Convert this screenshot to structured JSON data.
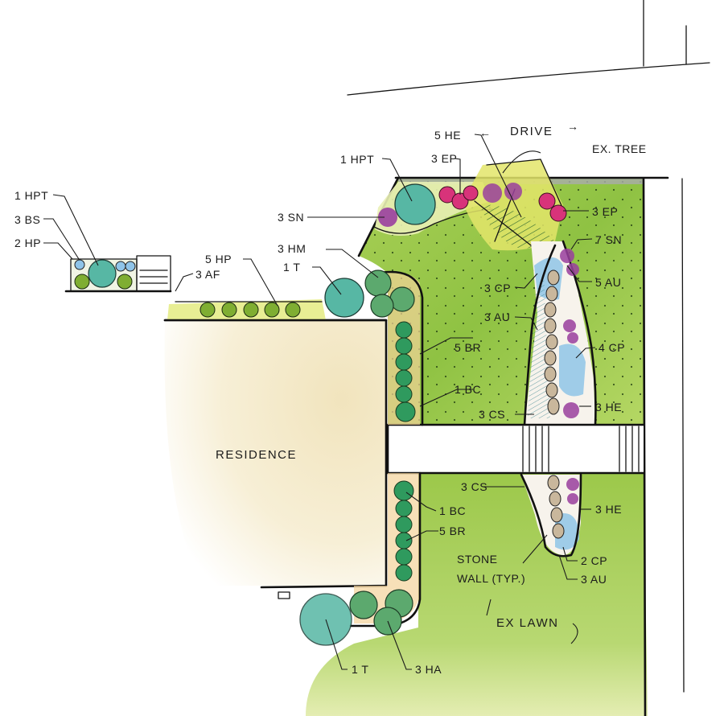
{
  "title": "Residential landscape planting plan (hand-rendered sketch)",
  "colors": {
    "lawn": "#9cc84a",
    "lawn_light": "#c9df7a",
    "residence_fill": "#f6efd6",
    "mulch": "#f1c48a",
    "evergreen": "#2f9a5e",
    "teal_tree": "#57b7a4",
    "magenta": "#d8337a",
    "purple": "#9a3f9e",
    "water_blue": "#8fc4e8",
    "stone": "#c9b79c",
    "ex_tree_yellow": "#e3e56a",
    "drive_edge_gray": "#a6a6a6"
  },
  "areas": {
    "residence": "RESIDENCE",
    "drive": "DRIVE",
    "ex_tree": "EX. TREE",
    "ex_lawn": "EX LAWN",
    "stone_wall_line1": "STONE",
    "stone_wall_line2": "WALL (TYP.)"
  },
  "labels": {
    "left_planter": [
      {
        "text": "1 HPT"
      },
      {
        "text": "3 BS"
      },
      {
        "text": "2 HP"
      }
    ],
    "front_bed": [
      {
        "text": "3 AF"
      },
      {
        "text": "5 HP"
      },
      {
        "text": "3 HM"
      },
      {
        "text": "1 T"
      }
    ],
    "upper_bed": [
      {
        "text": "1 HPT"
      },
      {
        "text": "3 SN"
      },
      {
        "text": "5 HE"
      },
      {
        "text": "3 EP"
      }
    ],
    "right_bed_upper": [
      {
        "text": "3 EP"
      },
      {
        "text": "7 SN"
      },
      {
        "text": "5 AU"
      },
      {
        "text": "3 CP"
      },
      {
        "text": "3 AU"
      },
      {
        "text": "4 CP"
      },
      {
        "text": "3 HE"
      },
      {
        "text": "3 CS"
      }
    ],
    "side_bed_upper": [
      {
        "text": "5 BR"
      },
      {
        "text": "1 BC"
      }
    ],
    "lower_beds": [
      {
        "text": "3 CS"
      },
      {
        "text": "1 BC"
      },
      {
        "text": "5 BR"
      },
      {
        "text": "3 HE"
      },
      {
        "text": "2 CP"
      },
      {
        "text": "3 AU"
      }
    ],
    "bottom": [
      {
        "text": "1 T"
      },
      {
        "text": "3 HA"
      }
    ]
  },
  "arrows": {
    "drive_left": "←",
    "drive_right": "→"
  }
}
